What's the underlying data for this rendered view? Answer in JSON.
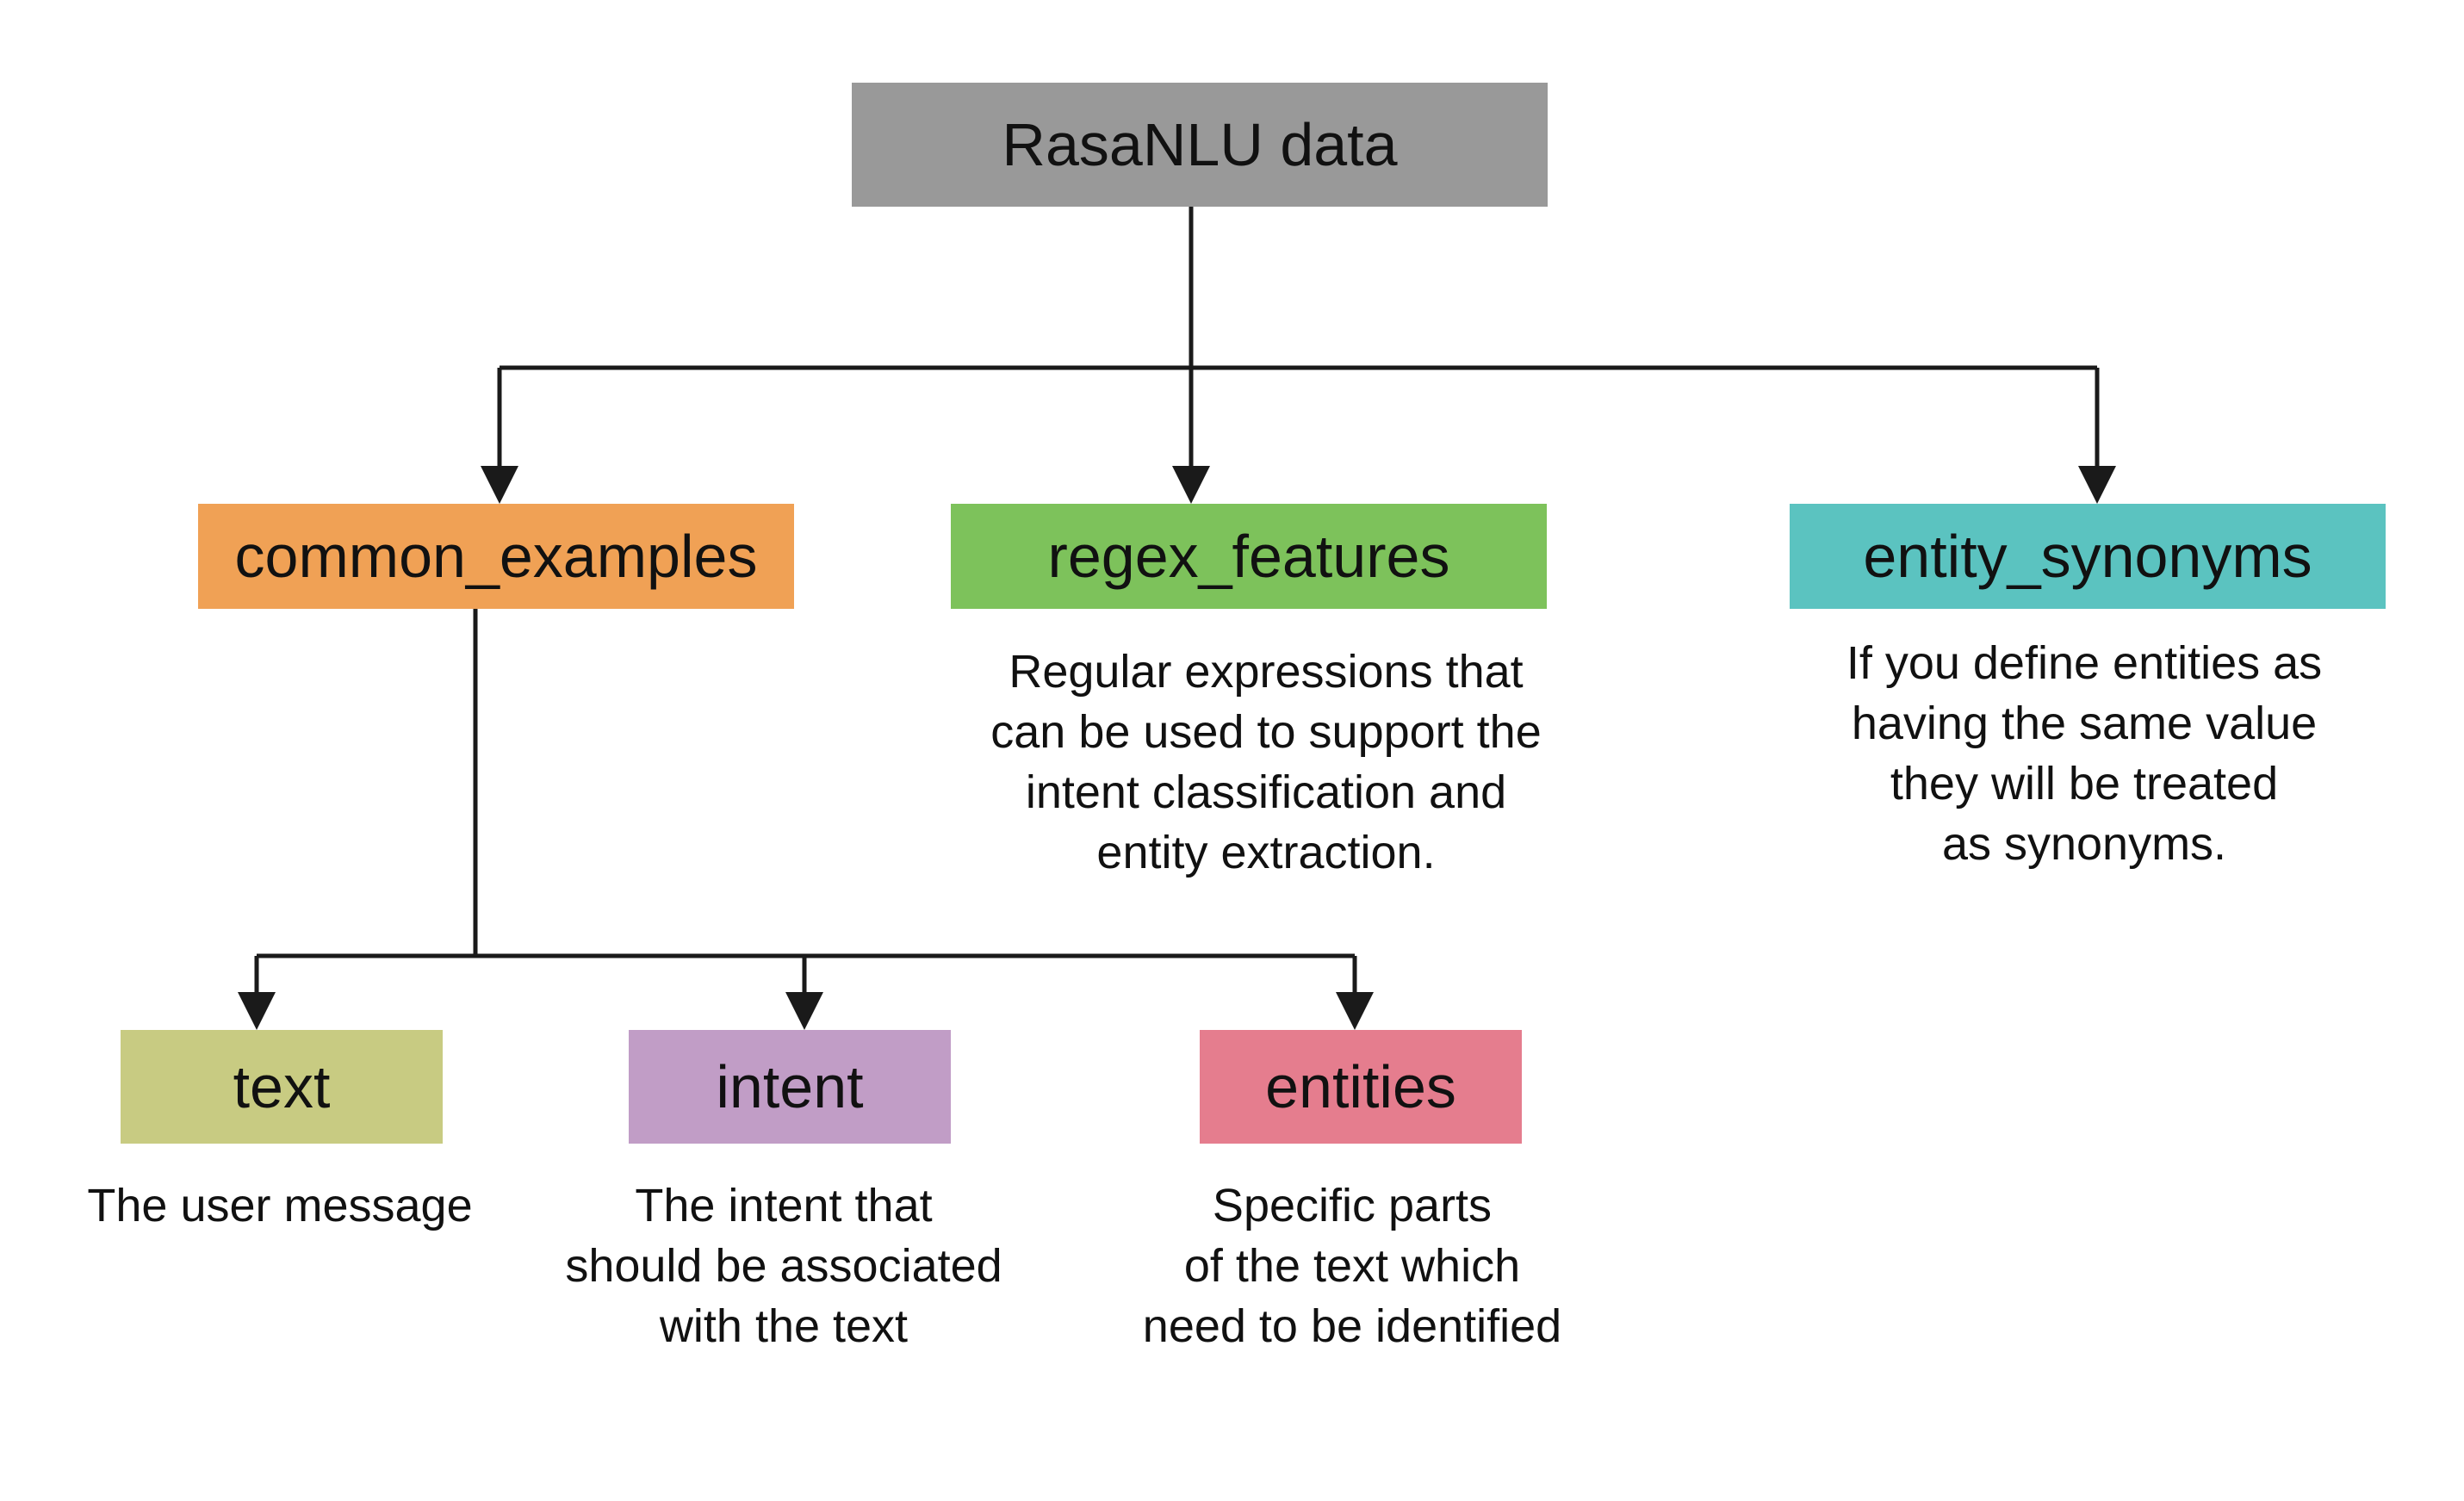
{
  "colors": {
    "root": "#999999",
    "common_examples": "#f0a155",
    "regex_features": "#7dc25b",
    "entity_synonyms": "#5bc3c0",
    "text": "#c8cb82",
    "intent": "#c19dc6",
    "entities": "#e57d8e",
    "connector": "#1a1a1a"
  },
  "nodes": {
    "root": {
      "label": "RasaNLU data"
    },
    "common_examples": {
      "label": "common_examples"
    },
    "regex_features": {
      "label": "regex_features",
      "description": "Regular expressions that\ncan be used to support the\nintent classification and\nentity extraction."
    },
    "entity_synonyms": {
      "label": "entity_synonyms",
      "description": "If you define entities as\nhaving the same value\nthey will be treated\nas synonyms."
    },
    "text": {
      "label": "text",
      "description": "The user message"
    },
    "intent": {
      "label": "intent",
      "description": "The intent that\nshould be associated\nwith the text"
    },
    "entities": {
      "label": "entities",
      "description": "Specific parts\nof the text which\nneed to be identified"
    }
  },
  "edges": [
    {
      "from": "root",
      "to": "common_examples"
    },
    {
      "from": "root",
      "to": "regex_features"
    },
    {
      "from": "root",
      "to": "entity_synonyms"
    },
    {
      "from": "common_examples",
      "to": "text"
    },
    {
      "from": "common_examples",
      "to": "intent"
    },
    {
      "from": "common_examples",
      "to": "entities"
    }
  ]
}
